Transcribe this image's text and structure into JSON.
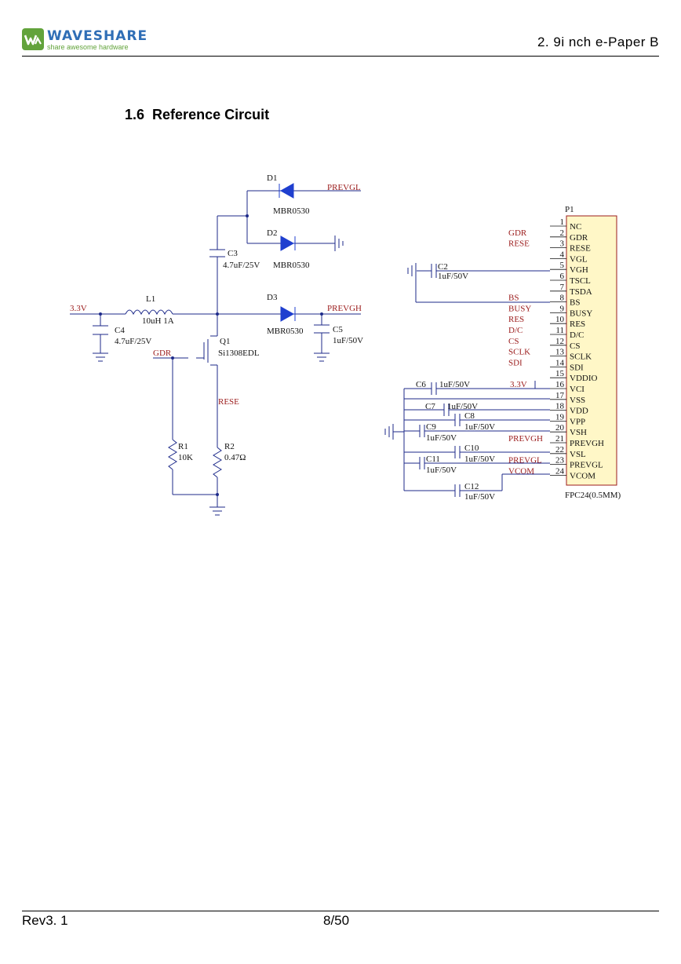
{
  "header": {
    "logo_word": "WAVESHARE",
    "logo_tagline": "share awesome hardware",
    "doc_title": "2. 9i nch e-Paper B"
  },
  "section": {
    "number": "1.6",
    "title": "Reference Circuit"
  },
  "schematic": {
    "left_circuit": {
      "nets": {
        "supply": "3.3V",
        "gdr": "GDR",
        "rese": "RESE",
        "prevgl": "PREVGL",
        "prevgh": "PREVGH"
      },
      "components": {
        "D1": {
          "ref": "D1",
          "value": "MBR0530"
        },
        "D2": {
          "ref": "D2",
          "value": "MBR0530"
        },
        "D3": {
          "ref": "D3",
          "value": "MBR0530"
        },
        "C3": {
          "ref": "C3",
          "value": "4.7uF/25V"
        },
        "C4": {
          "ref": "C4",
          "value": "4.7uF/25V"
        },
        "C5": {
          "ref": "C5",
          "value": "1uF/50V"
        },
        "L1": {
          "ref": "L1",
          "value": "10uH 1A"
        },
        "Q1": {
          "ref": "Q1",
          "value": "Si1308EDL"
        },
        "R1": {
          "ref": "R1",
          "value": "10K"
        },
        "R2": {
          "ref": "R2",
          "value": "0.47Ω"
        }
      }
    },
    "connector": {
      "ref": "P1",
      "footprint": "FPC24(0.5MM)",
      "pins": [
        {
          "num": "1",
          "name": "NC",
          "net": ""
        },
        {
          "num": "2",
          "name": "GDR",
          "net": "GDR"
        },
        {
          "num": "3",
          "name": "RESE",
          "net": "RESE"
        },
        {
          "num": "4",
          "name": "VGL",
          "net": ""
        },
        {
          "num": "5",
          "name": "VGH",
          "net": ""
        },
        {
          "num": "6",
          "name": "TSCL",
          "net": ""
        },
        {
          "num": "7",
          "name": "TSDA",
          "net": ""
        },
        {
          "num": "8",
          "name": "BS",
          "net": "BS"
        },
        {
          "num": "9",
          "name": "BUSY",
          "net": "BUSY"
        },
        {
          "num": "10",
          "name": "RES",
          "net": "RES"
        },
        {
          "num": "11",
          "name": "D/C",
          "net": "D/C"
        },
        {
          "num": "12",
          "name": "CS",
          "net": "CS"
        },
        {
          "num": "13",
          "name": "SCLK",
          "net": "SCLK"
        },
        {
          "num": "14",
          "name": "SDI",
          "net": "SDI"
        },
        {
          "num": "15",
          "name": "VDDIO",
          "net": ""
        },
        {
          "num": "16",
          "name": "VCI",
          "net": "3.3V"
        },
        {
          "num": "17",
          "name": "VSS",
          "net": ""
        },
        {
          "num": "18",
          "name": "VDD",
          "net": ""
        },
        {
          "num": "19",
          "name": "VPP",
          "net": ""
        },
        {
          "num": "20",
          "name": "VSH",
          "net": ""
        },
        {
          "num": "21",
          "name": "PREVGH",
          "net": "PREVGH"
        },
        {
          "num": "22",
          "name": "VSL",
          "net": ""
        },
        {
          "num": "23",
          "name": "PREVGL",
          "net": "PREVGL"
        },
        {
          "num": "24",
          "name": "VCOM",
          "net": "VCOM"
        }
      ],
      "caps": {
        "C2": {
          "ref": "C2",
          "value": "1uF/50V"
        },
        "C6": {
          "ref": "C6",
          "value": "1uF/50V"
        },
        "C7": {
          "ref": "C7",
          "value": "1uF/50V"
        },
        "C8": {
          "ref": "C8",
          "value": "1uF/50V"
        },
        "C9": {
          "ref": "C9",
          "value": "1uF/50V"
        },
        "C10": {
          "ref": "C10",
          "value": "1uF/50V"
        },
        "C11": {
          "ref": "C11",
          "value": "1uF/50V"
        },
        "C12": {
          "ref": "C12",
          "value": "1uF/50V"
        }
      }
    }
  },
  "footer": {
    "revision": "Rev3. 1",
    "page": "8/50"
  },
  "colors": {
    "wire": "#1d2a8a",
    "net_label": "#9b1b1b",
    "diode": "#1f3fcf",
    "connector_fill": "#fff7c7",
    "connector_border": "#9b1b1b"
  }
}
